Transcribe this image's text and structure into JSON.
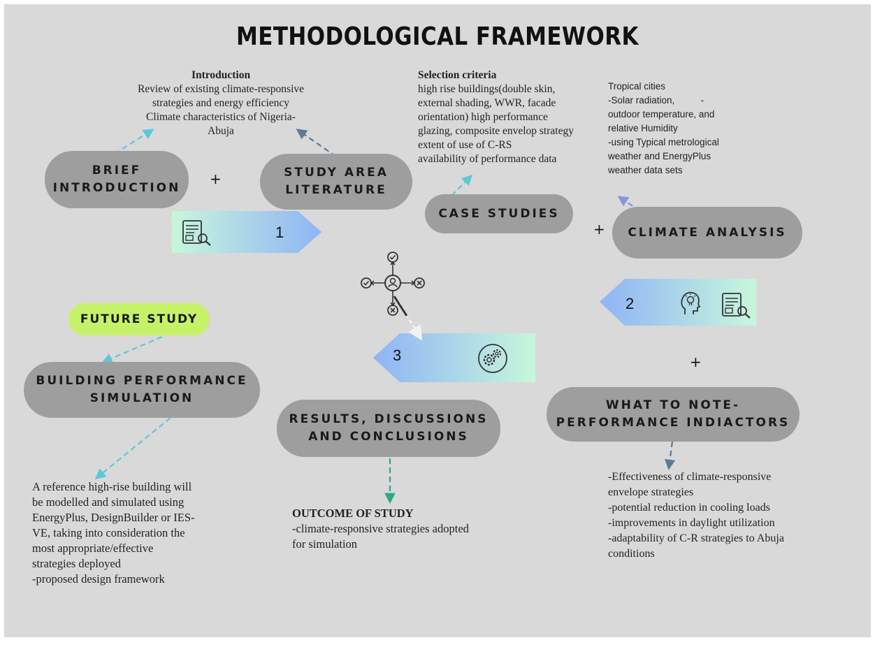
{
  "title": "METHODOLOGICAL FRAMEWORK",
  "nodes": {
    "brief": [
      "BRIEF",
      "INTRODUCTION"
    ],
    "study_area": [
      "STUDY AREA",
      "LITERATURE"
    ],
    "case_studies": "CASE STUDIES",
    "climate": "CLIMATE ANALYSIS",
    "future": "FUTURE STUDY",
    "bps": [
      "BUILDING PERFORMANCE",
      "SIMULATION"
    ],
    "results": [
      "RESULTS, DISCUSSIONS",
      "AND CONCLUSIONS"
    ],
    "what_note": [
      "WHAT TO NOTE-",
      "PERFORMANCE INDIACTORS"
    ]
  },
  "plus": "+",
  "steps": {
    "one": "1",
    "two": "2",
    "three": "3"
  },
  "notes": {
    "intro_heading": "Introduction",
    "intro_lines": [
      "Review of existing climate-responsive",
      "strategies and energy efficiency",
      "Climate characteristics of Nigeria-",
      "Abuja"
    ],
    "selection_heading": "Selection criteria",
    "selection_lines": [
      "high rise buildings(double skin,",
      "external shading, WWR, facade",
      "orientation)  high performance",
      "glazing, composite envelop strategy",
      "extent of use of C-RS",
      "availability of performance data"
    ],
    "tropical_lines": [
      "Tropical cities",
      "-Solar radiation,          -",
      "outdoor temperature, and",
      "relative Humidity",
      "-using  Typical metrological",
      "weather and EnergyPlus",
      "weather data sets"
    ],
    "reference_lines": [
      "A reference high-rise building will",
      "be modelled and simulated using",
      "EnergyPlus, DesignBuilder or IES-",
      "VE, taking into consideration the",
      "most appropriate/effective",
      "strategies deployed",
      "-proposed design framework"
    ],
    "outcome_heading": "OUTCOME OF STUDY",
    "outcome_lines": [
      "-climate-responsive strategies adopted",
      "for simulation"
    ],
    "effect_lines": [
      "-Effectiveness of climate-responsive",
      "envelope strategies",
      "-potential reduction in cooling loads",
      "-improvements in daylight utilization",
      "-adaptability of  C-R strategies to Abuja",
      "conditions"
    ]
  },
  "icons": [
    "report-search-icon",
    "lightbulb-head-icon",
    "gears-icon",
    "decision-hub-icon"
  ],
  "colors": {
    "background": "#d9d9d9",
    "pill": "#9e9e9e",
    "future": "#c6f26a",
    "arrow_teal": "#5cc8d6",
    "arrow_slate": "#5b7b99",
    "gradient_blue": "#8fb4f5",
    "gradient_mint": "#c7f7dc"
  }
}
